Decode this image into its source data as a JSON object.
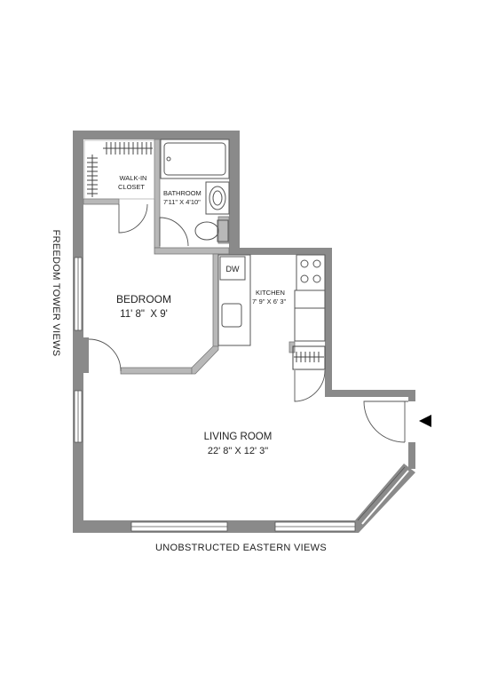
{
  "rooms": {
    "walk_in_closet": {
      "line1": "WALK-IN",
      "line2": "CLOSET"
    },
    "bathroom": {
      "name": "BATHROOM",
      "dims": "7'11\" X 4'10\""
    },
    "bedroom": {
      "name": "BEDROOM",
      "dims": "11' 8\"  X 9'"
    },
    "kitchen": {
      "name": "KITCHEN",
      "dims": "7' 9\" X 6' 3\""
    },
    "living_room": {
      "name": "LIVING ROOM",
      "dims": "22' 8\" X 12' 3\""
    }
  },
  "fixtures": {
    "dishwasher": "DW"
  },
  "views": {
    "left": "FREEDOM TOWER VIEWS",
    "bottom": "UNOBSTRUCTED EASTERN VIEWS"
  },
  "colors": {
    "wall": "#8a8a8a",
    "wall_light": "#b8b8b8",
    "line": "#555555",
    "entry_arrow": "#000000"
  },
  "icons": {
    "entry": "entry-arrow-icon"
  }
}
